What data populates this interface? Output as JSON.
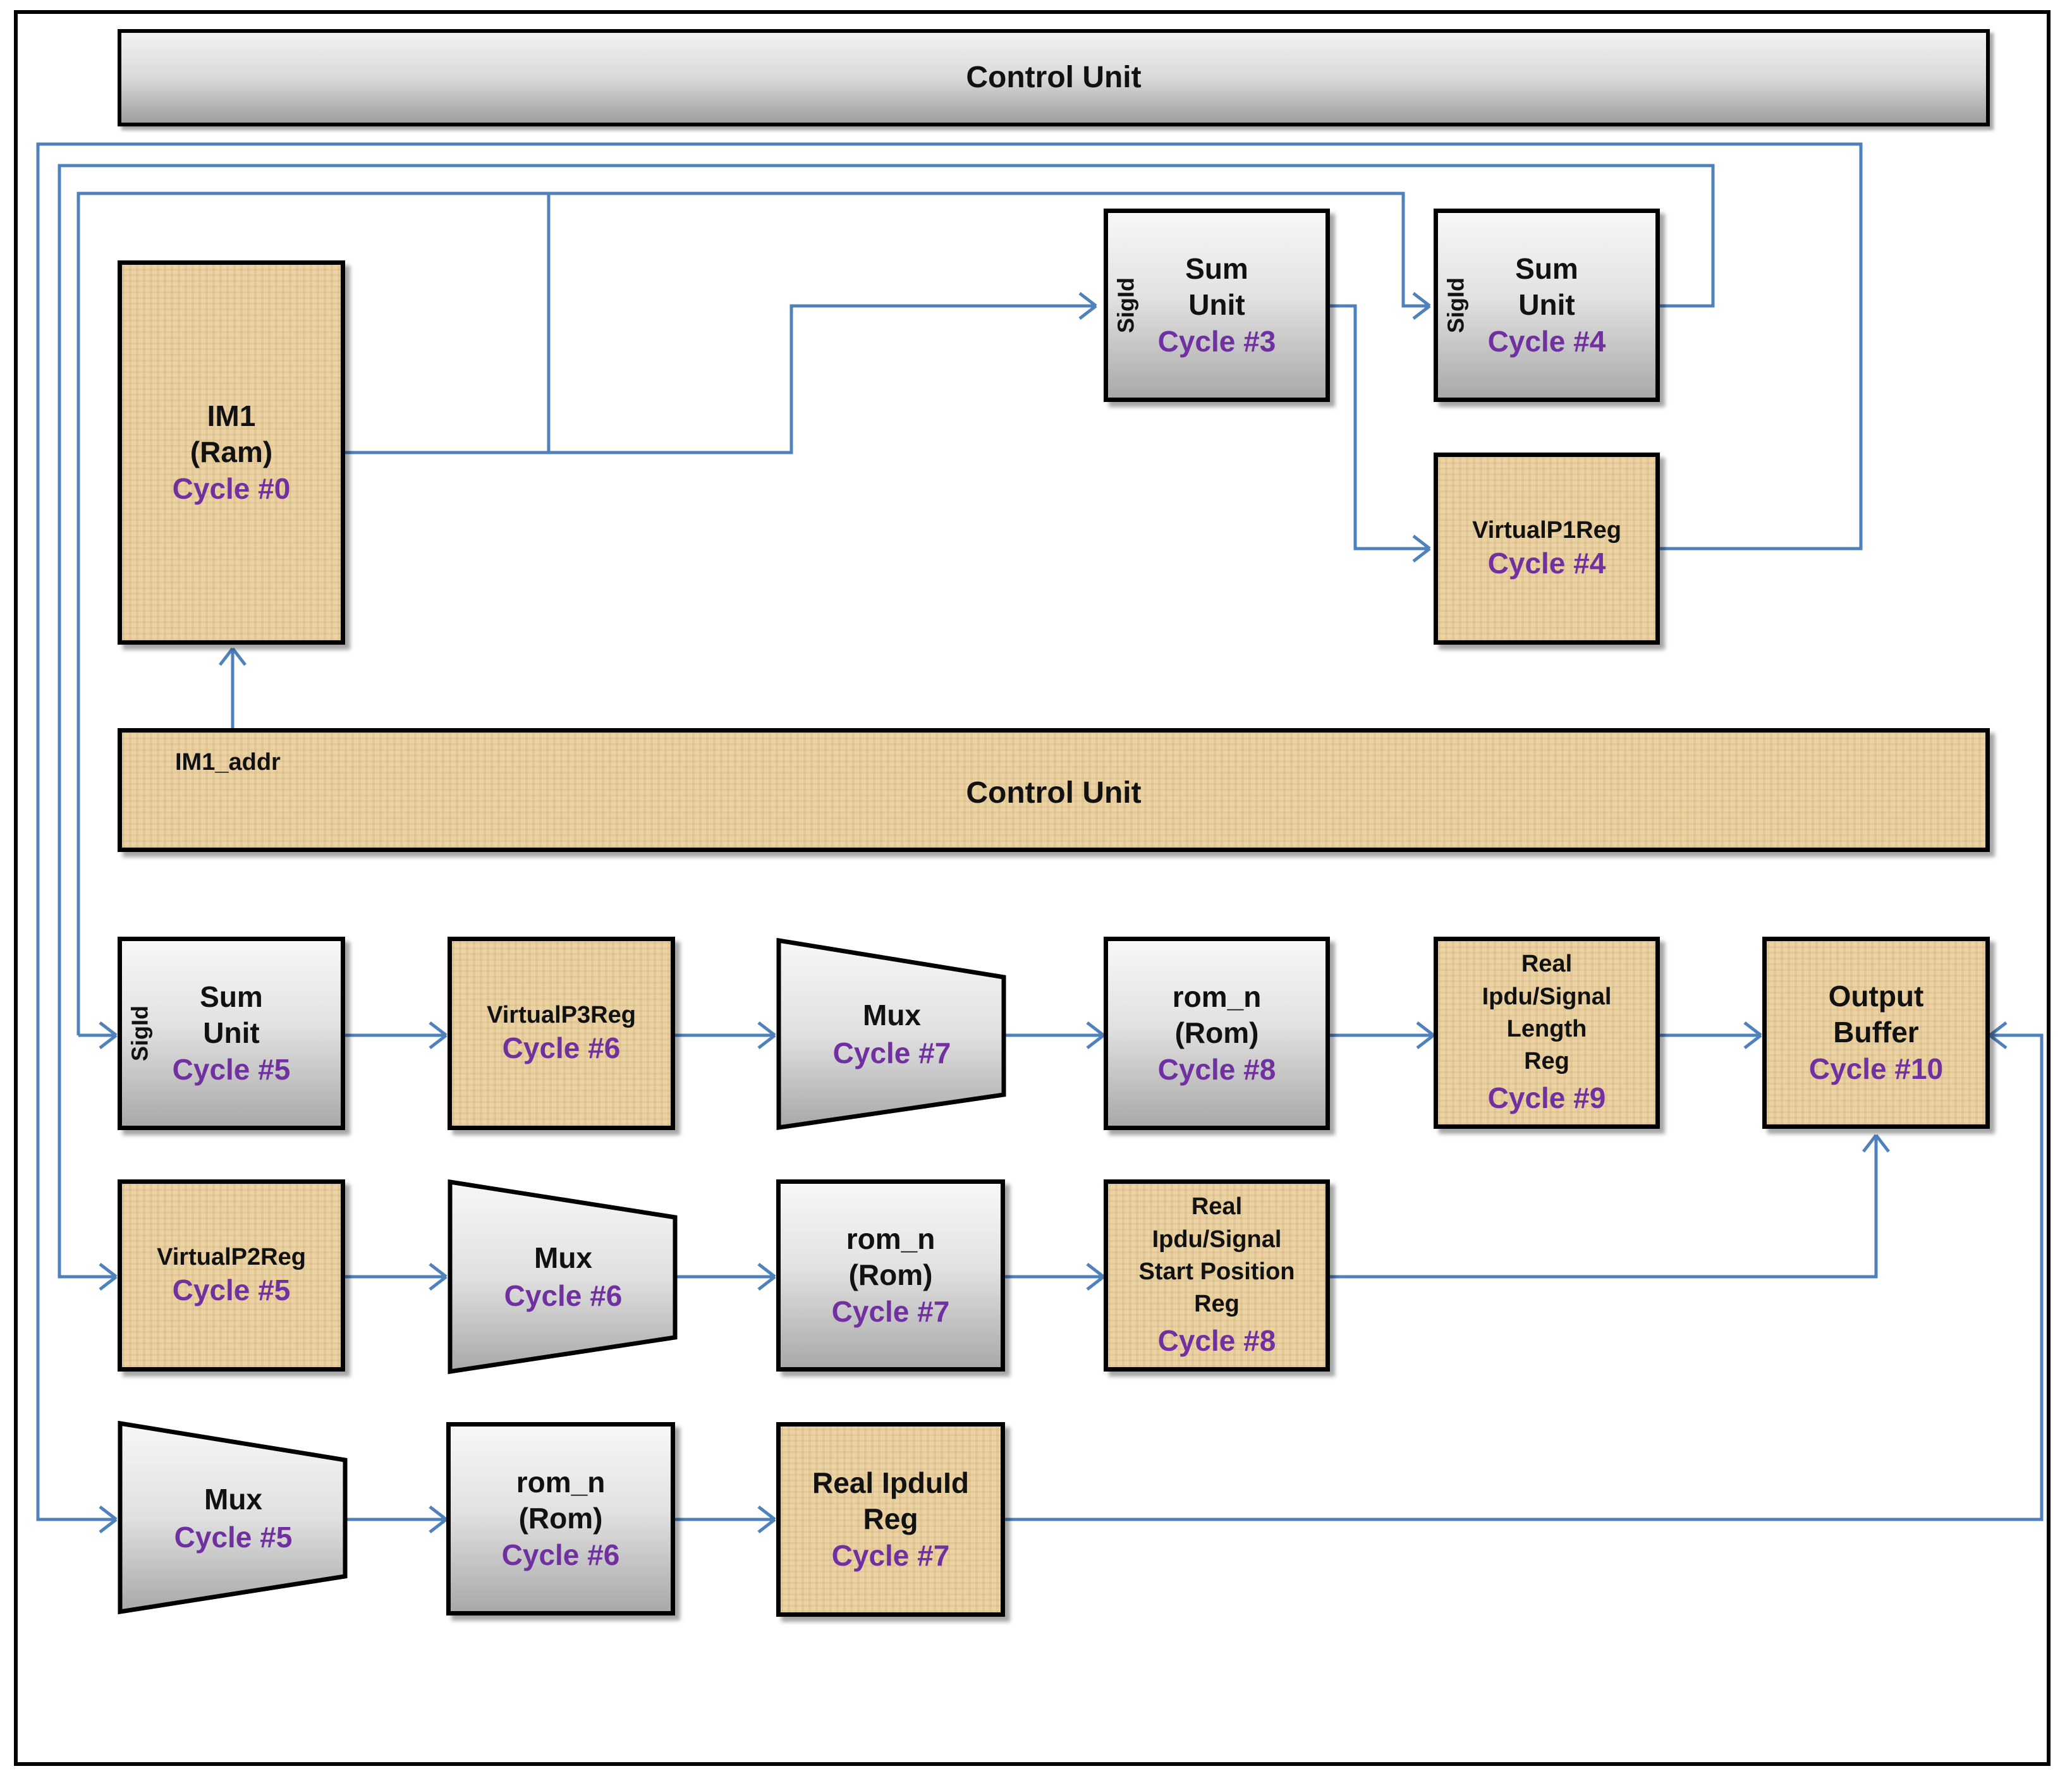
{
  "top_bar": {
    "label": "Control Unit"
  },
  "control_unit": {
    "label": "Control Unit",
    "addr_label": "IM1_addr"
  },
  "im1": {
    "line1": "IM1",
    "line2": "(Ram)",
    "cycle": "Cycle #0"
  },
  "sum3": {
    "line1": "Sum",
    "line2": "Unit",
    "cycle": "Cycle #3",
    "port": "SigId"
  },
  "sum4": {
    "line1": "Sum",
    "line2": "Unit",
    "cycle": "Cycle #4",
    "port": "SigId"
  },
  "vp1": {
    "line1": "VirtualP1Reg",
    "cycle": "Cycle #4"
  },
  "sum5": {
    "line1": "Sum",
    "line2": "Unit",
    "cycle": "Cycle #5",
    "port": "SigId"
  },
  "vp3": {
    "line1": "VirtualP3Reg",
    "cycle": "Cycle #6"
  },
  "mux7": {
    "line1": "Mux",
    "cycle": "Cycle #7"
  },
  "rom8": {
    "line1": "rom_n",
    "line2": "(Rom)",
    "cycle": "Cycle #8"
  },
  "len9": {
    "line1": "Real",
    "line2": "Ipdu/Signal",
    "line3": "Length",
    "line4": "Reg",
    "cycle": "Cycle #9"
  },
  "out10": {
    "line1": "Output",
    "line2": "Buffer",
    "cycle": "Cycle #10"
  },
  "vp2": {
    "line1": "VirtualP2Reg",
    "cycle": "Cycle #5"
  },
  "mux6": {
    "line1": "Mux",
    "cycle": "Cycle #6"
  },
  "rom7": {
    "line1": "rom_n",
    "line2": "(Rom)",
    "cycle": "Cycle #7"
  },
  "start8": {
    "line1": "Real",
    "line2": "Ipdu/Signal",
    "line3": "Start Position",
    "line4": "Reg",
    "cycle": "Cycle #8"
  },
  "mux5": {
    "line1": "Mux",
    "cycle": "Cycle #5"
  },
  "rom6": {
    "line1": "rom_n",
    "line2": "(Rom)",
    "cycle": "Cycle #6"
  },
  "ipdu7": {
    "line1": "Real IpduId",
    "line2": "Reg",
    "cycle": "Cycle #7"
  }
}
